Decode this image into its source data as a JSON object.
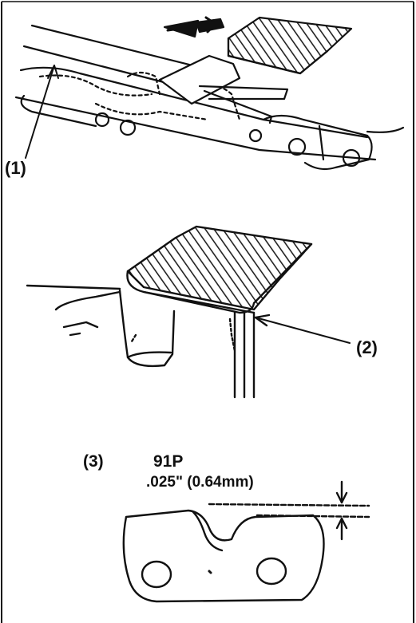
{
  "figure": {
    "callouts": {
      "one": "(1)",
      "two": "(2)",
      "three": "(3)"
    },
    "depth_gauge": {
      "model": "91P",
      "clearance": ".025\" (0.64mm)"
    }
  },
  "colors": {
    "ink": "#111111",
    "background": "#ffffff",
    "hatch": "#222222"
  }
}
